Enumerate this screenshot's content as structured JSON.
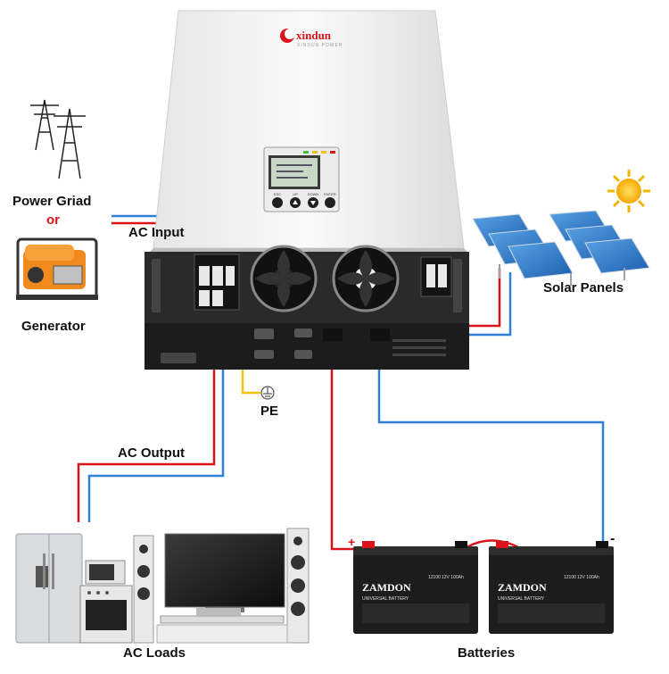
{
  "brand": {
    "name": "xindun",
    "tagline": "XINDUN POWER"
  },
  "labels": {
    "power_grid": "Power Griad",
    "or": "or",
    "generator": "Generator",
    "ac_input": "AC Input",
    "solar_panels": "Solar Panels",
    "pe": "PE",
    "ac_output": "AC Output",
    "ac_loads": "AC Loads",
    "batteries": "Batteries"
  },
  "lcd_buttons": [
    "ESC",
    "UP",
    "DOWN",
    "ENTER"
  ],
  "battery": {
    "brand": "ZAMDON",
    "subtitle": "UNIVERSAL BATTERY",
    "model": "12100",
    "spec": "12V 100Ah"
  },
  "terminals": {
    "positive": "+",
    "negative": "-"
  },
  "colors": {
    "red_wire": "#d9141a",
    "blue_wire": "#2f7fd6",
    "yellow_wire": "#f1c40f",
    "inverter_body": "#f4f4f4",
    "inverter_base": "#2a2a2a",
    "battery_body": "#1d1d1d"
  }
}
